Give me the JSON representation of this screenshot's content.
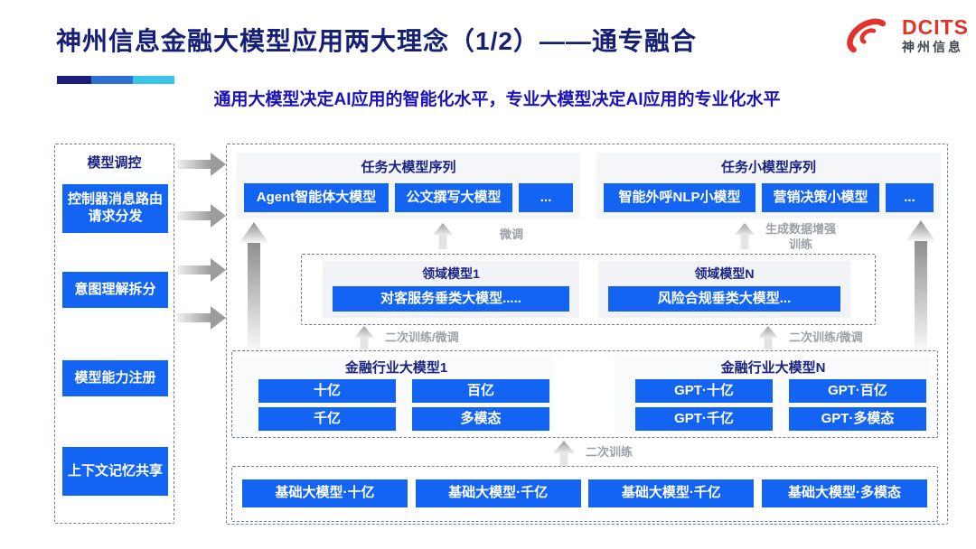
{
  "header": {
    "title": "神州信息金融大模型应用两大理念（1/2）——通专融合",
    "subtitle": "通用大模型决定AI应用的智能化水平，专业大模型决定AI应用的专业化水平",
    "logo_en": "DCITS",
    "logo_cn": "神州信息"
  },
  "sidebar": {
    "title": "模型调控",
    "items": [
      "控制器消息路由请求分发",
      "意图理解拆分",
      "模型能力注册",
      "上下文记忆共享"
    ]
  },
  "flow_labels": {
    "fine_tune": "微调",
    "gen_data_train": "生成数据增强训练",
    "second_train_ft_left": "二次训练/微调",
    "second_train_ft_right": "二次训练/微调",
    "second_train": "二次训练"
  },
  "task_large": {
    "title": "任务大模型序列",
    "items": [
      "Agent智能体大模型",
      "公文撰写大模型",
      "..."
    ]
  },
  "task_small": {
    "title": "任务小模型序列",
    "items": [
      "智能外呼NLP小模型",
      "营销决策小模型",
      "..."
    ]
  },
  "domain_models": [
    {
      "title": "领域模型1",
      "item": "对客服务垂类大模型....."
    },
    {
      "title": "领域模型N",
      "item": "风险合规垂类大模型..."
    }
  ],
  "industry_models": [
    {
      "title": "金融行业大模型1",
      "items": [
        "十亿",
        "百亿",
        "千亿",
        "多模态"
      ]
    },
    {
      "title": "金融行业大模型N",
      "items": [
        "GPT·十亿",
        "GPT·百亿",
        "GPT·千亿",
        "GPT·多模态"
      ]
    }
  ],
  "foundation_models": [
    "基础大模型·十亿",
    "基础大模型·千亿",
    "基础大模型·千亿",
    "基础大模型·多模态"
  ],
  "colors": {
    "accent_blue": "#1464f4",
    "title_navy": "#151f76",
    "subtitle_blue": "#1b12b8",
    "logo_red": "#e2322a"
  }
}
